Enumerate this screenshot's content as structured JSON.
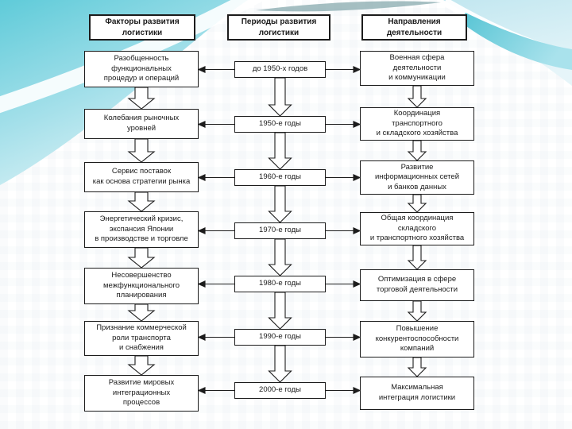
{
  "diagram": {
    "headers": [
      "Факторы развития\nлогистики",
      "Периоды развития\nлогистики",
      "Направления\nдеятельности"
    ],
    "rows": [
      {
        "factor": "Разобщенность\nфункциональных\nпроцедур и операций",
        "period": "до 1950-х годов",
        "direction": "Военная сфера\nдеятельности\nи коммуникации"
      },
      {
        "factor": "Колебания рыночных\nуровней",
        "period": "1950-е годы",
        "direction": "Координация\nтранспортного\nи складского хозяйства"
      },
      {
        "factor": "Сервис поставок\nкак основа стратегии рынка",
        "period": "1960-е годы",
        "direction": "Развитие\nинформационных сетей\nи банков данных"
      },
      {
        "factor": "Энергетический кризис,\nэкспансия Японии\nв производстве и торговле",
        "period": "1970-е годы",
        "direction": "Общая координация\nскладского\nи транспортного хозяйства"
      },
      {
        "factor": "Несовершенство\nмежфункционального\nпланирования",
        "period": "1980-е годы",
        "direction": "Оптимизация в сфере\nторговой деятельности"
      },
      {
        "factor": "Признание коммерческой\nроли транспорта\nи снабжения",
        "period": "1990-е годы",
        "direction": "Повышение\nконкурентоспособности\nкомпаний"
      },
      {
        "factor": "Развитие мировых\nинтеграционных\nпроцессов",
        "period": "2000-е годы",
        "direction": "Максимальная\nинтеграция логистики"
      }
    ]
  },
  "colors": {
    "box_border": "#1c1c1c",
    "box_fill": "#ffffff",
    "accent_cyan": "#5fcbd9",
    "pale_cyan": "#cdeaf2",
    "band_cyan": "#56c4d4",
    "sliver_teal": "#87a9ae"
  }
}
